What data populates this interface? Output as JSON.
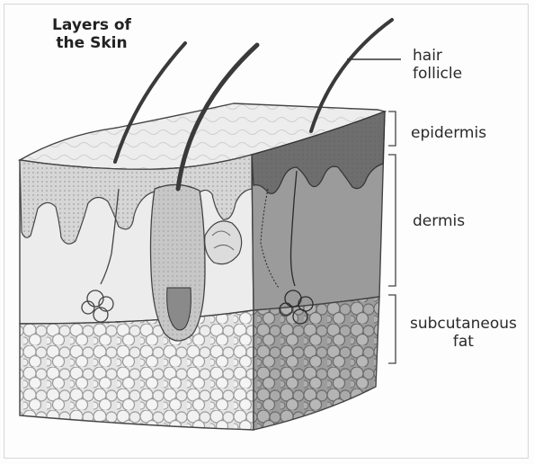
{
  "title": {
    "line1": "Layers of",
    "line2": "the Skin"
  },
  "labels": {
    "hair_follicle_line1": "hair",
    "hair_follicle_line2": "follicle",
    "epidermis": "epidermis",
    "dermis": "dermis",
    "subcutaneous_fat_line1": "subcutaneous",
    "subcutaneous_fat_line2": "fat"
  },
  "colors": {
    "epidermis_fill": "#d9d9d9",
    "dermis_front": "#ececec",
    "dermis_side": "#9b9b9b",
    "fat_fill": "#cfcfcf",
    "hair": "#3a3a3a",
    "line": "#333333"
  }
}
